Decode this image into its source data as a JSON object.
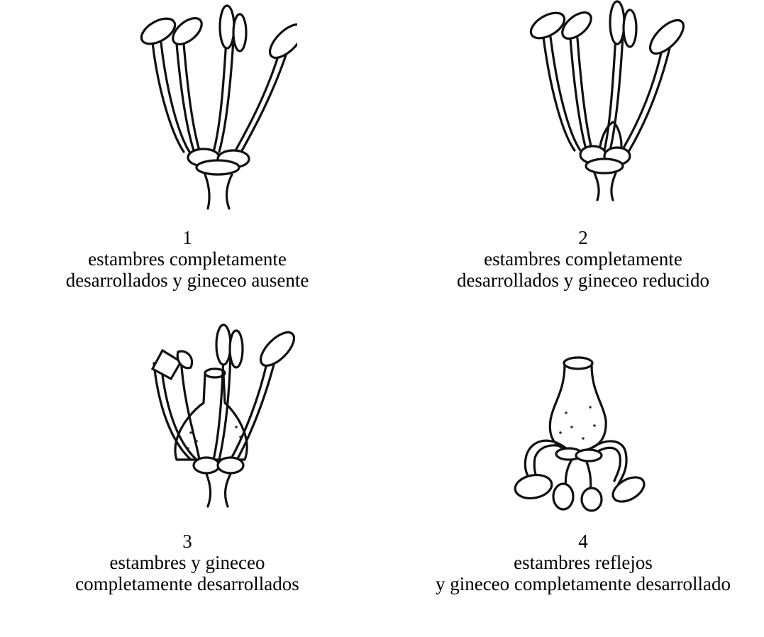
{
  "figures": [
    {
      "number": "1",
      "caption_line1": "estambres completamente",
      "caption_line2": "desarrollados y gineceo ausente"
    },
    {
      "number": "2",
      "caption_line1": "estambres completamente",
      "caption_line2": "desarrollados y gineceo reducido"
    },
    {
      "number": "3",
      "caption_line1": "estambres y gineceo",
      "caption_line2": "completamente desarrollados"
    },
    {
      "number": "4",
      "caption_line1": "estambres reflejos",
      "caption_line2": "y gineceo completamente desarrollado"
    }
  ]
}
